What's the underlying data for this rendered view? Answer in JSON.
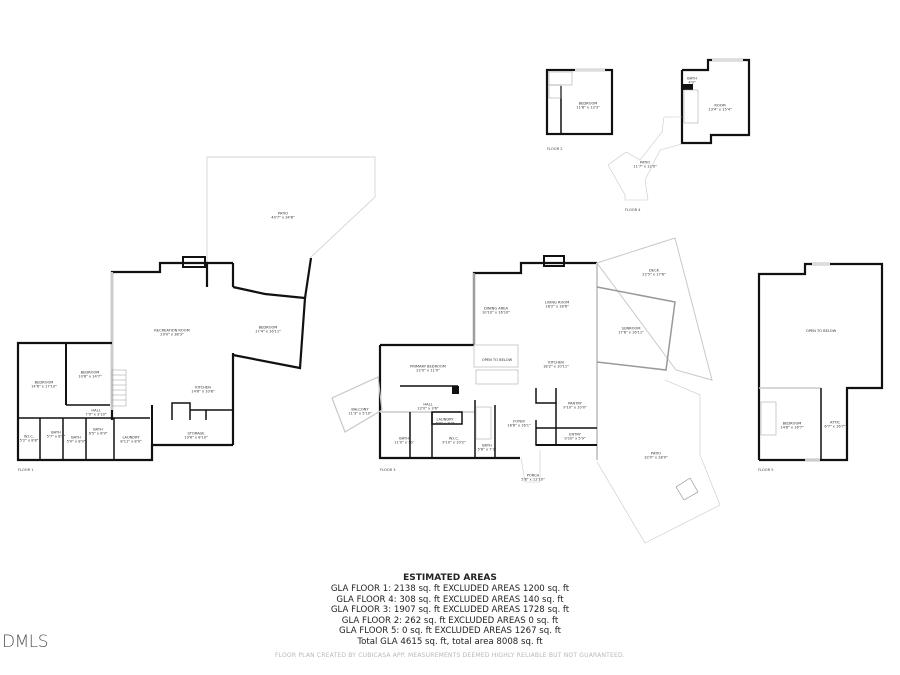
{
  "plans": {
    "floor1": {
      "label": "FLOOR 1",
      "rooms": [
        {
          "name": "PATIO",
          "dim": "40'7\" x 34'8\""
        },
        {
          "name": "RECREATION ROOM",
          "dim": "29'0\" x 38'3\""
        },
        {
          "name": "BEDROOM",
          "dim": "17'4\" x 16'11\""
        },
        {
          "name": "BEDROOM",
          "dim": "14'6\" x 17'10\""
        },
        {
          "name": "BEDROOM",
          "dim": "10'8\" x 14'7\""
        },
        {
          "name": "KITCHEN",
          "dim": "14'6\" x 10'8\""
        },
        {
          "name": "HALL",
          "dim": "7'0\" x 3'10\""
        },
        {
          "name": "W.I.C.",
          "dim": "5'2\" x 8'8\""
        },
        {
          "name": "BATH",
          "dim": "5'7\" x 8'9\""
        },
        {
          "name": "BATH",
          "dim": "5'0\" x 8'9\""
        },
        {
          "name": "BATH",
          "dim": "6'5\" x 8'9\""
        },
        {
          "name": "LAUNDRY",
          "dim": "8'11\" x 8'9\""
        },
        {
          "name": "STORAGE",
          "dim": "19'6\" x 8'10\""
        }
      ]
    },
    "floor2": {
      "label": "FLOOR 2",
      "rooms": [
        {
          "name": "BEDROOM",
          "dim": "11'8\" x 13'3\""
        }
      ]
    },
    "floor3": {
      "label": "FLOOR 3",
      "rooms": [
        {
          "name": "DINING AREA",
          "dim": "10'10\" x 16'10\""
        },
        {
          "name": "LIVING ROOM",
          "dim": "18'2\" x 18'6\""
        },
        {
          "name": "OPEN TO BELOW",
          "dim": ""
        },
        {
          "name": "KITCHEN",
          "dim": "18'2\" x 10'11\""
        },
        {
          "name": "PRIMARY BEDROOM",
          "dim": "22'0\" x 11'0\""
        },
        {
          "name": "BALCONY",
          "dim": "11'3\" x 5'10\""
        },
        {
          "name": "HALL",
          "dim": "22'0\" x 3'6\""
        },
        {
          "name": "LAUNDRY",
          "dim": "6'0\" x 3'0\""
        },
        {
          "name": "BATH",
          "dim": "11'0\" x 10'"
        },
        {
          "name": "W.I.C.",
          "dim": "9'10\" x 10'2\""
        },
        {
          "name": "BATH",
          "dim": "5'6\" x 7'3\""
        },
        {
          "name": "FOYER",
          "dim": "16'6\" x 16'1\""
        },
        {
          "name": "PANTRY",
          "dim": "9'10\" x 10'0\""
        },
        {
          "name": "ENTRY",
          "dim": "9'10\" x 5'9\""
        },
        {
          "name": "PORCH",
          "dim": "5'8\" x 12'10\""
        },
        {
          "name": "DECK",
          "dim": "22'5\" x 17'6\""
        },
        {
          "name": "SUNROOM",
          "dim": "17'6\" x 16'11\""
        },
        {
          "name": "PATIO",
          "dim": "32'0\" x 28'0\""
        }
      ]
    },
    "floor4": {
      "label": "FLOOR 4",
      "rooms": [
        {
          "name": "BATH",
          "dim": "4'0\""
        },
        {
          "name": "ROOM",
          "dim": "13'4\" x 15'4\""
        },
        {
          "name": "PATIO",
          "dim": "11'7\" x 12'0\""
        }
      ]
    },
    "floor5": {
      "label": "FLOOR 5",
      "rooms": [
        {
          "name": "OPEN TO BELOW",
          "dim": ""
        },
        {
          "name": "BEDROOM",
          "dim": "14'8\" x 16'7\""
        },
        {
          "name": "ATTIC",
          "dim": "6'7\" x 16'7\""
        }
      ]
    }
  },
  "summary": {
    "title": "ESTIMATED AREAS",
    "rows": [
      "GLA FLOOR 1: 2138 sq. ft EXCLUDED AREAS 1200 sq. ft",
      "GLA FLOOR 4: 308 sq. ft EXCLUDED AREAS 140 sq. ft",
      "GLA FLOOR 3: 1907 sq. ft EXCLUDED AREAS 1728 sq. ft",
      "GLA FLOOR 2: 262 sq. ft EXCLUDED AREAS 0 sq. ft",
      "GLA FLOOR 5: 0 sq. ft EXCLUDED AREAS 1267 sq. ft",
      "Total GLA 4615 sq. ft, total area 8008 sq. ft"
    ]
  },
  "disclaimer": "FLOOR PLAN CREATED BY CUBICASA APP. MEASUREMENTS DEEMED HIGHLY RELIABLE BUT NOT GUARANTEED.",
  "watermark": "DMLS",
  "colors": {
    "wall": "#111111",
    "outline": "#bbbbbb",
    "text": "#222222"
  }
}
